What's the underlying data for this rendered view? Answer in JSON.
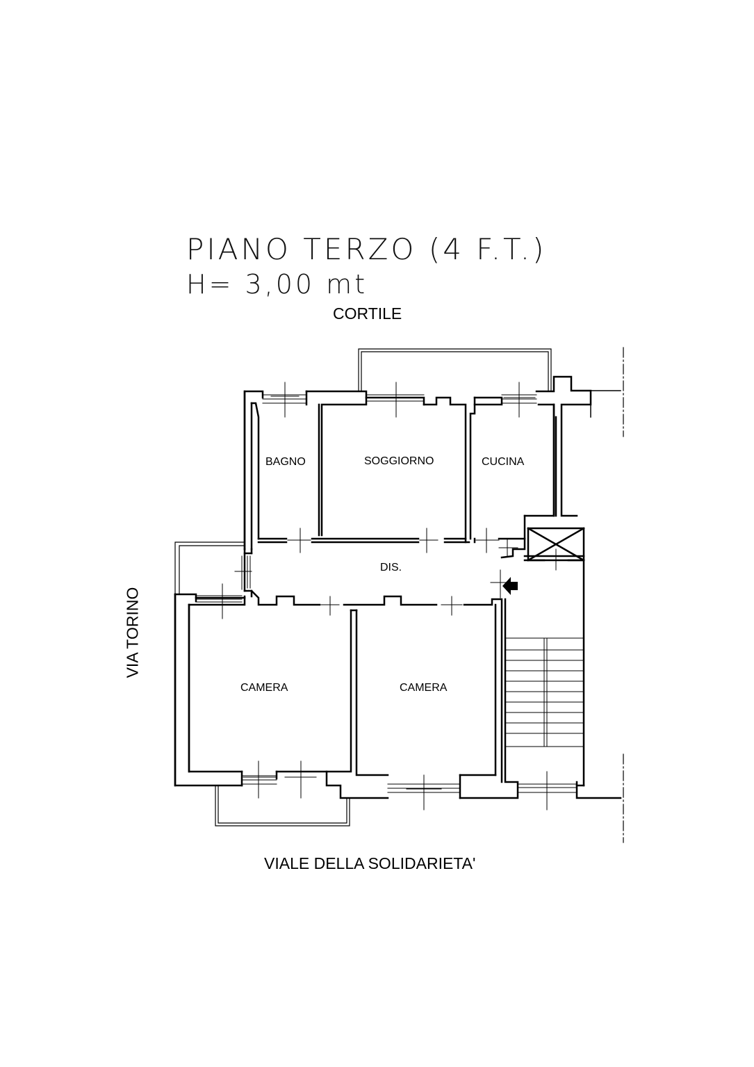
{
  "plan": {
    "title": "PIANO TERZO (4 F.T.)",
    "height_label": "H= 3,00 mt",
    "streets": {
      "north": "CORTILE",
      "west": "VIA TORINO",
      "south": "VIALE DELLA SOLIDARIETA'"
    },
    "rooms": {
      "bagno": "BAGNO",
      "soggiorno": "SOGGIORNO",
      "cucina": "CUCINA",
      "disimpegno": "DIS.",
      "camera_left": "CAMERA",
      "camera_right": "CAMERA"
    },
    "entrance_icon": "entrance-arrow-icon",
    "colors": {
      "ink": "#000000",
      "paper": "#ffffff"
    }
  }
}
